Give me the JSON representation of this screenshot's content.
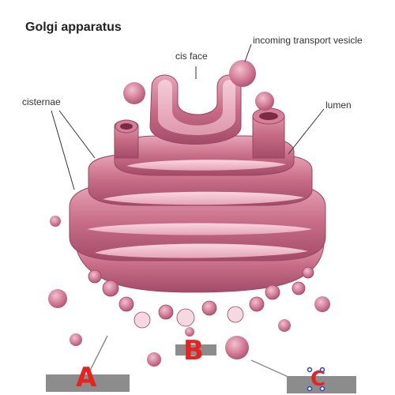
{
  "diagram": {
    "title": "Golgi apparatus",
    "labels": {
      "cis_face": "cis face",
      "incoming_vesicle": "incoming transport vesicle",
      "cisternae": "cisternae",
      "lumen": "lumen"
    },
    "answer_marks": {
      "a": "A",
      "b": "B",
      "c": "C"
    },
    "colors": {
      "membrane": "#c76b86",
      "membrane_light": "#e8aabb",
      "membrane_dark": "#9c4463",
      "lumen": "#f3c9d5",
      "mark_red": "#e8231f",
      "mark_blue": "#2a3fd6",
      "leader_gray": "#8c8c8c"
    }
  }
}
